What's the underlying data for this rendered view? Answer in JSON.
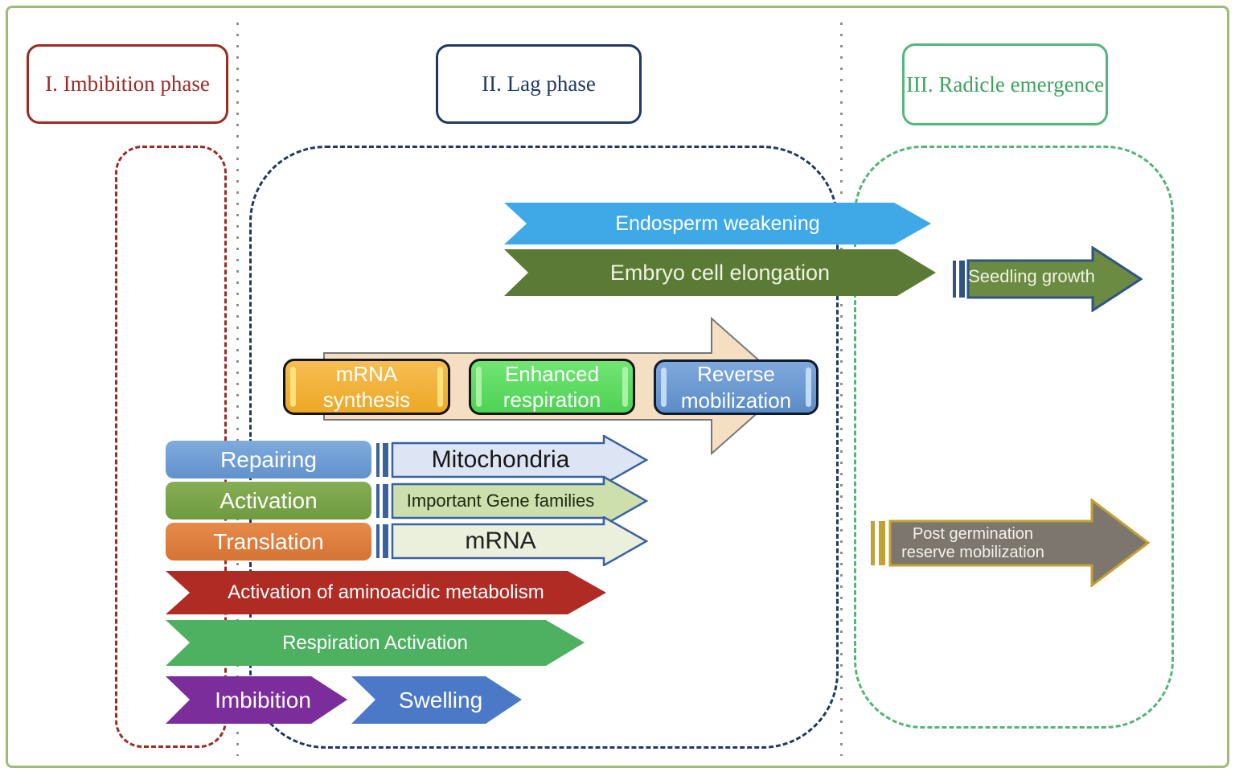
{
  "phases": [
    {
      "label": "I. Imbibition phase",
      "color": "#9C2B25"
    },
    {
      "label": "II. Lag phase",
      "color": "#1F3864"
    },
    {
      "label": "III. Radicle emergence",
      "color": "#3EA45E"
    }
  ],
  "arrows": {
    "endosperm": {
      "label": "Endosperm weakening",
      "fill": "#3FA9E8"
    },
    "embryo": {
      "label": "Embryo cell elongation",
      "fill": "#5B7A35"
    },
    "seedling": {
      "label": "Seedling growth",
      "fill": "#6B8A42",
      "border": "#2F5486"
    },
    "mitochondria": {
      "label": "Mitochondria",
      "fill": "#DDE5F5",
      "border": "#3A62A0"
    },
    "gene_families": {
      "label": "Important Gene families",
      "fill": "#CCDFAD",
      "border": "#3A62A0"
    },
    "mrna": {
      "label": "mRNA",
      "fill": "#EAF0DC",
      "border": "#3A62A0"
    },
    "aminoacidic": {
      "label": "Activation of aminoacidic metabolism",
      "fill": "#B02B24"
    },
    "respiration": {
      "label": "Respiration Activation",
      "fill": "#4EB061"
    },
    "imbibition": {
      "label": "Imbibition",
      "fill": "#7B2D9B"
    },
    "swelling": {
      "label": "Swelling",
      "fill": "#4C78C8"
    },
    "post_germination": {
      "label": "Post germination reserve mobilization",
      "fill": "#7C766E",
      "border": "#C3A032"
    },
    "main_process": {
      "fill": "#F4DFC3"
    }
  },
  "process_boxes": {
    "mrna_synthesis": {
      "label": "mRNA synthesis",
      "color": "#F3B33C"
    },
    "enhanced_respiration": {
      "label": "Enhanced respiration",
      "color": "#5FDC64"
    },
    "reverse_mobilization": {
      "label": "Reverse mobilization",
      "color": "#6C9AD4"
    }
  },
  "side_boxes": {
    "repairing": {
      "label": "Repairing",
      "color": "#6B9CD3"
    },
    "activation": {
      "label": "Activation",
      "color": "#78A246"
    },
    "translation": {
      "label": "Translation",
      "color": "#DE7E3E"
    }
  }
}
